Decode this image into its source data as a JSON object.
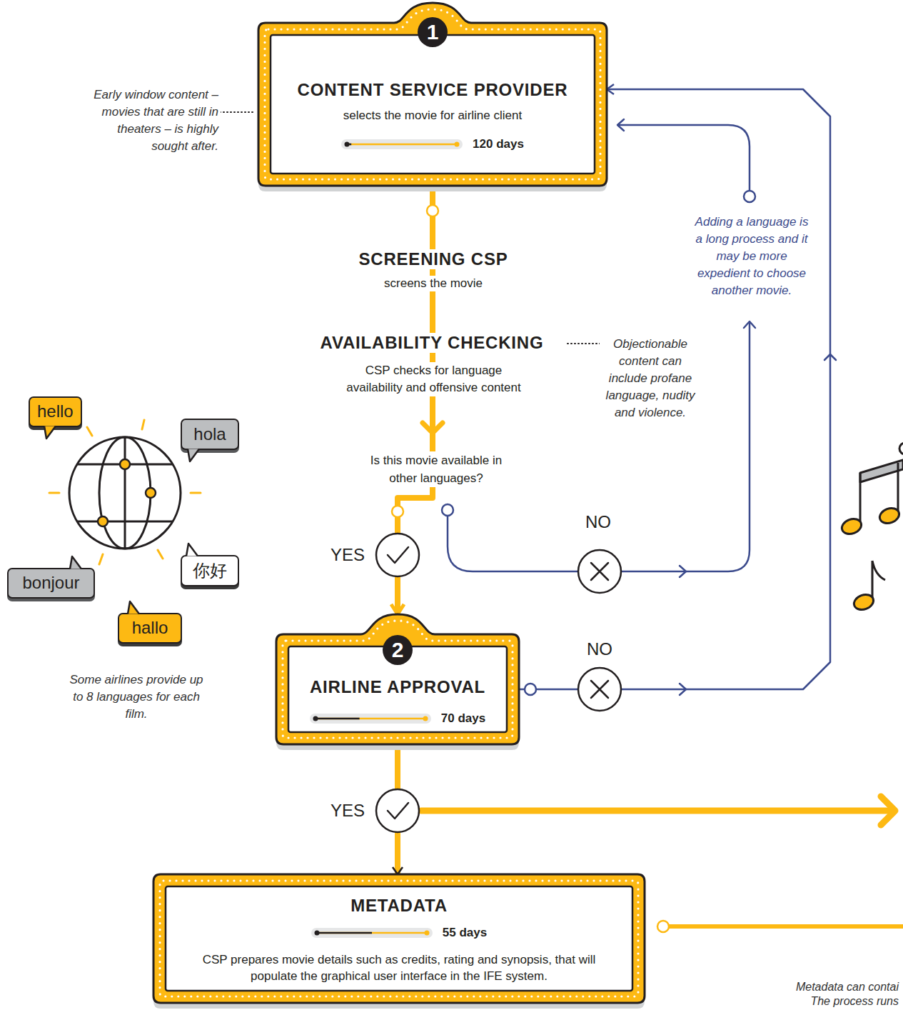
{
  "diagram": {
    "nodes": [
      {
        "text": [
          "1",
          "CONTENT SERVICE PROVIDER",
          "selects the movie for airline client",
          "120 days"
        ]
      },
      {
        "text": [
          "hello"
        ]
      },
      {
        "text": [
          "hola"
        ]
      },
      {
        "text": [
          "你好"
        ]
      },
      {
        "text": [
          "bonjour"
        ]
      },
      {
        "text": [
          "hallo"
        ]
      },
      {
        "text": [
          "2",
          "AIRLINE APPROVAL",
          "70 days"
        ]
      },
      {
        "text": [
          "METADATA",
          "55 days",
          "CSP prepares movie details such as credits, rating and synopsis, that will populate the graphical user interface in the IFE system."
        ]
      }
    ],
    "edges": [
      {
        "from": 0,
        "to": 6,
        "arrow": "to",
        "label": "YES"
      },
      {
        "from": 6,
        "to": 0,
        "arrow": "to",
        "label": "NO"
      },
      {
        "from": 6,
        "to": 7,
        "arrow": "to",
        "label": "YES"
      }
    ],
    "labels": [
      "Early window content – movies that are still in theaters – is highly sought after.",
      "SCREENING CSP",
      "screens the movie",
      "AVAILABILITY CHECKING",
      "CSP checks for language availability and offensive content",
      "Objectionable content can include profane language, nudity and violence.",
      "Is this movie available in other languages?",
      "NO",
      "Adding a language is a long process and it may be more expedient to choose another movie.",
      "Some airlines provide up to 8 languages for each film.",
      "Metadata can contai",
      "The process runs"
    ]
  }
}
